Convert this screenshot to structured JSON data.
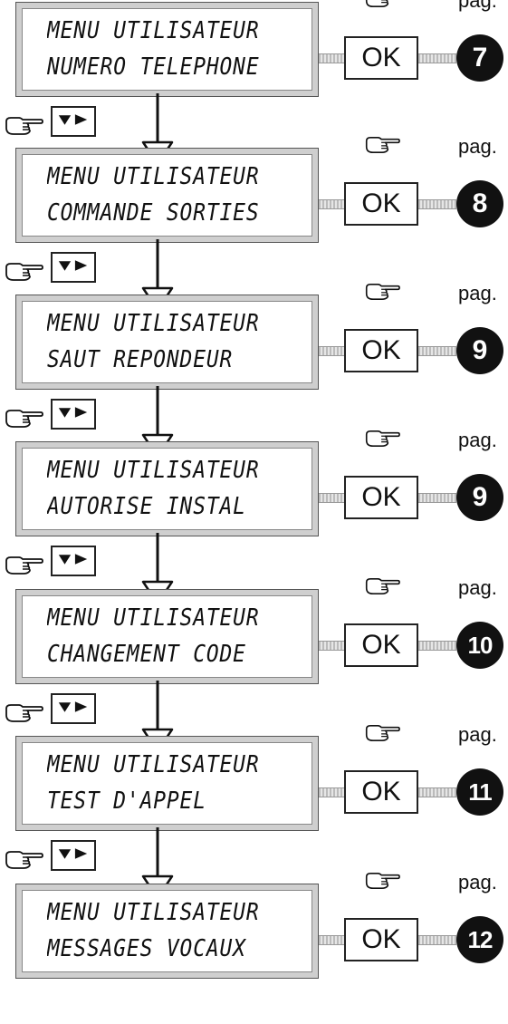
{
  "steps": [
    {
      "line1": "MENU UTILISATEUR",
      "line2": "NUMERO TELEPHONE",
      "ok": "OK",
      "pag": "pag.",
      "page": "7"
    },
    {
      "line1": "MENU UTILISATEUR",
      "line2": "COMMANDE SORTIES",
      "ok": "OK",
      "pag": "pag.",
      "page": "8"
    },
    {
      "line1": "MENU UTILISATEUR",
      "line2": "SAUT REPONDEUR",
      "ok": "OK",
      "pag": "pag.",
      "page": "9"
    },
    {
      "line1": "MENU UTILISATEUR",
      "line2": "AUTORISE INSTAL",
      "ok": "OK",
      "pag": "pag.",
      "page": "9"
    },
    {
      "line1": "MENU UTILISATEUR",
      "line2": "CHANGEMENT CODE",
      "ok": "OK",
      "pag": "pag.",
      "page": "10"
    },
    {
      "line1": "MENU UTILISATEUR",
      "line2": "TEST D'APPEL",
      "ok": "OK",
      "pag": "pag.",
      "page": "11"
    },
    {
      "line1": "MENU UTILISATEUR",
      "line2": "MESSAGES VOCAUX",
      "ok": "OK",
      "pag": "pag.",
      "page": "12"
    }
  ],
  "icons": {
    "pointer": "pointing-hand-icon",
    "next": "down-right-arrows-icon",
    "flow": "down-arrow-icon"
  }
}
